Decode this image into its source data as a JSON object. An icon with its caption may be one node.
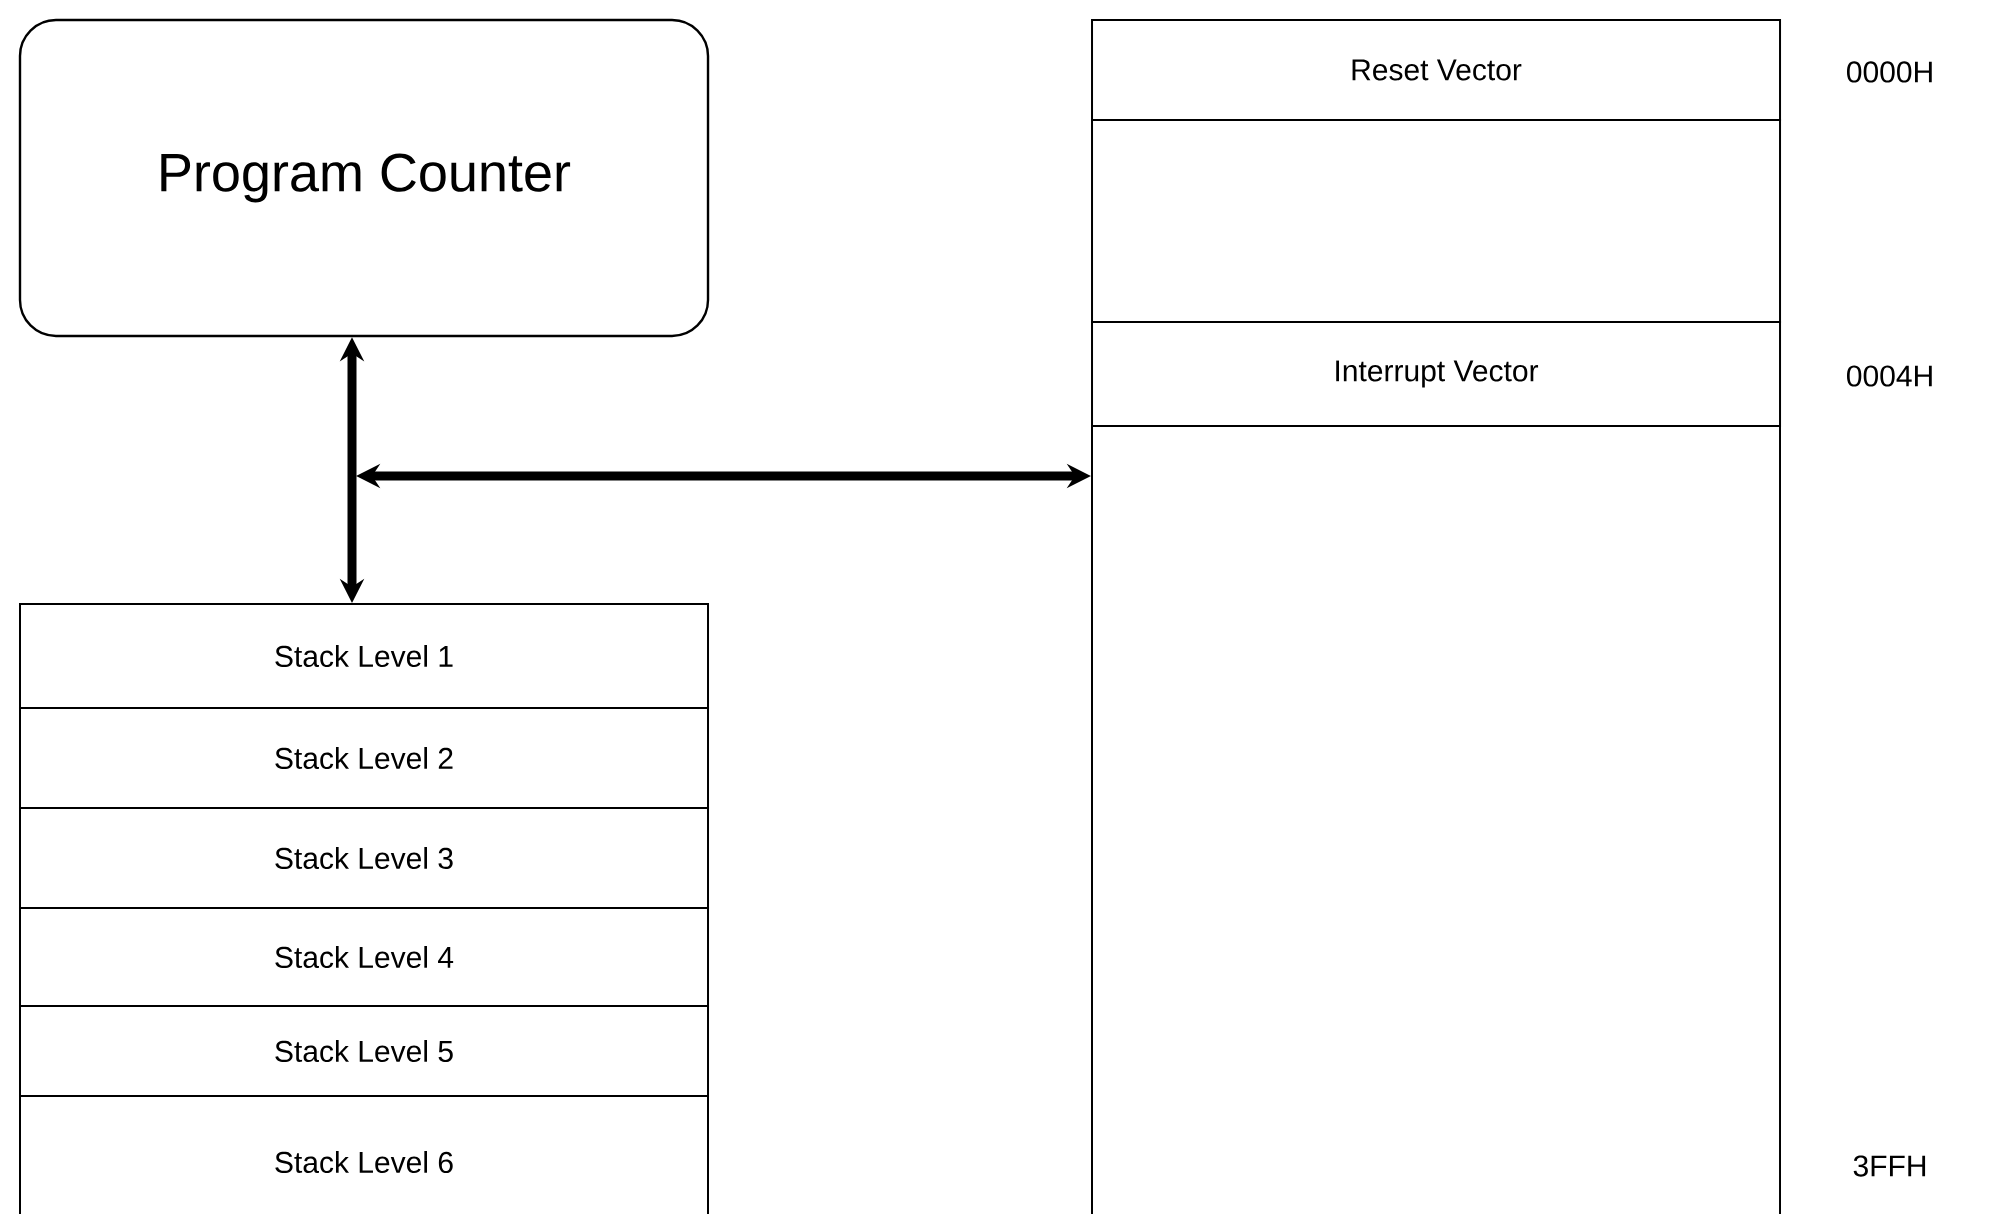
{
  "diagram": {
    "nodes": [
      {
        "text": [
          "Program Counter"
        ]
      },
      {
        "text": [
          "Stack Level 1"
        ]
      },
      {
        "text": [
          "Stack Level 2"
        ]
      },
      {
        "text": [
          "Stack Level 3"
        ]
      },
      {
        "text": [
          "Stack Level 4"
        ]
      },
      {
        "text": [
          "Stack Level 5"
        ]
      },
      {
        "text": [
          "Stack Level 6"
        ]
      },
      {
        "text": [
          "Reset Vector"
        ]
      },
      {
        "text": [],
        "shape": "box"
      },
      {
        "text": [
          "Interrupt Vector"
        ]
      },
      {
        "text": [],
        "shape": "box"
      }
    ],
    "edges": [
      {
        "from": 0,
        "to": 1,
        "arrow": "both"
      },
      {
        "from": null,
        "to": 10,
        "arrow": "both"
      }
    ],
    "labels": [
      "0000H",
      "0004H",
      "3FFH"
    ]
  }
}
